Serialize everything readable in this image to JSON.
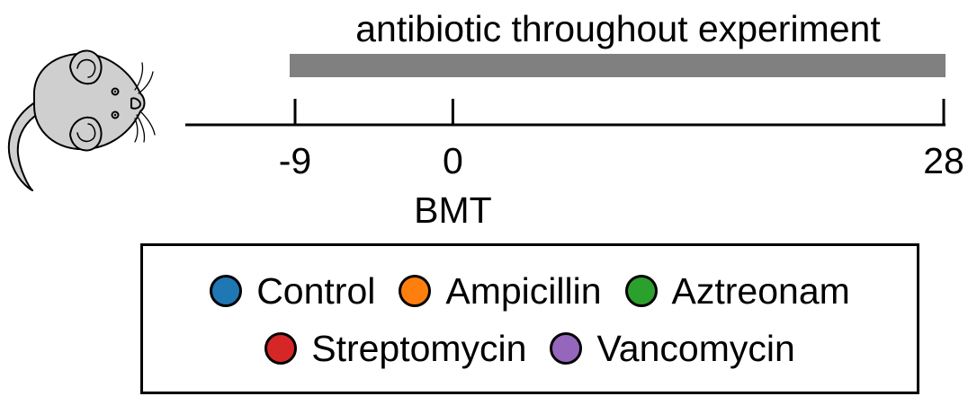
{
  "timeline": {
    "treatment_label": "antibiotic throughout experiment",
    "ticks": [
      {
        "day": -9,
        "label": "-9"
      },
      {
        "day": 0,
        "label": "0"
      },
      {
        "day": 28,
        "label": "28"
      }
    ],
    "event_label": "BMT",
    "treatment_span": [
      -9,
      28
    ],
    "bar_color": "#808080"
  },
  "legend": {
    "items": [
      {
        "label": "Control",
        "color": "#1f77b4"
      },
      {
        "label": "Ampicillin",
        "color": "#ff7f0e"
      },
      {
        "label": "Aztreonam",
        "color": "#2ca02c"
      },
      {
        "label": "Streptomycin",
        "color": "#d62728"
      },
      {
        "label": "Vancomycin",
        "color": "#9467bd"
      }
    ]
  },
  "icons": {
    "subject": "mouse-icon"
  }
}
